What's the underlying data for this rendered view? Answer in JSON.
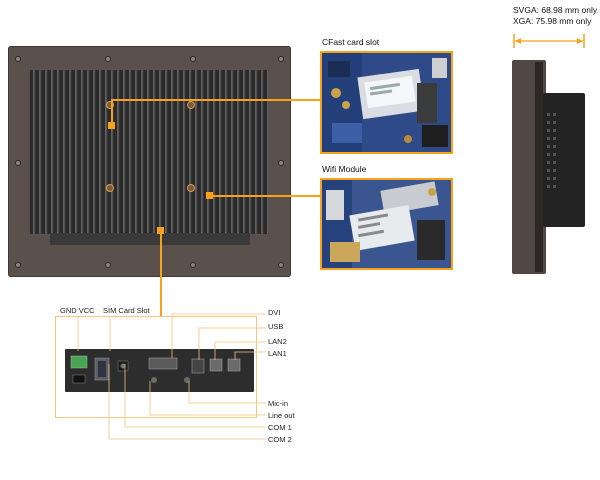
{
  "labels": {
    "cfast": "CFast card slot",
    "wifi": "Wifi Module",
    "gnd_vcc": "GND VCC",
    "sim": "SIM Card Slot",
    "dvi": "DVI",
    "usb": "USB",
    "lan2": "LAN2",
    "lan1": "LAN1",
    "mic": "Mic-in",
    "lineout": "Line out",
    "com1": "COM 1",
    "com2": "COM 2"
  },
  "dimensions": {
    "svga": "SVGA: 68.98 mm only",
    "xga": "XGA:  75.98 mm only"
  },
  "colors": {
    "accent": "#f7a21a",
    "panel": "#5a514d"
  }
}
